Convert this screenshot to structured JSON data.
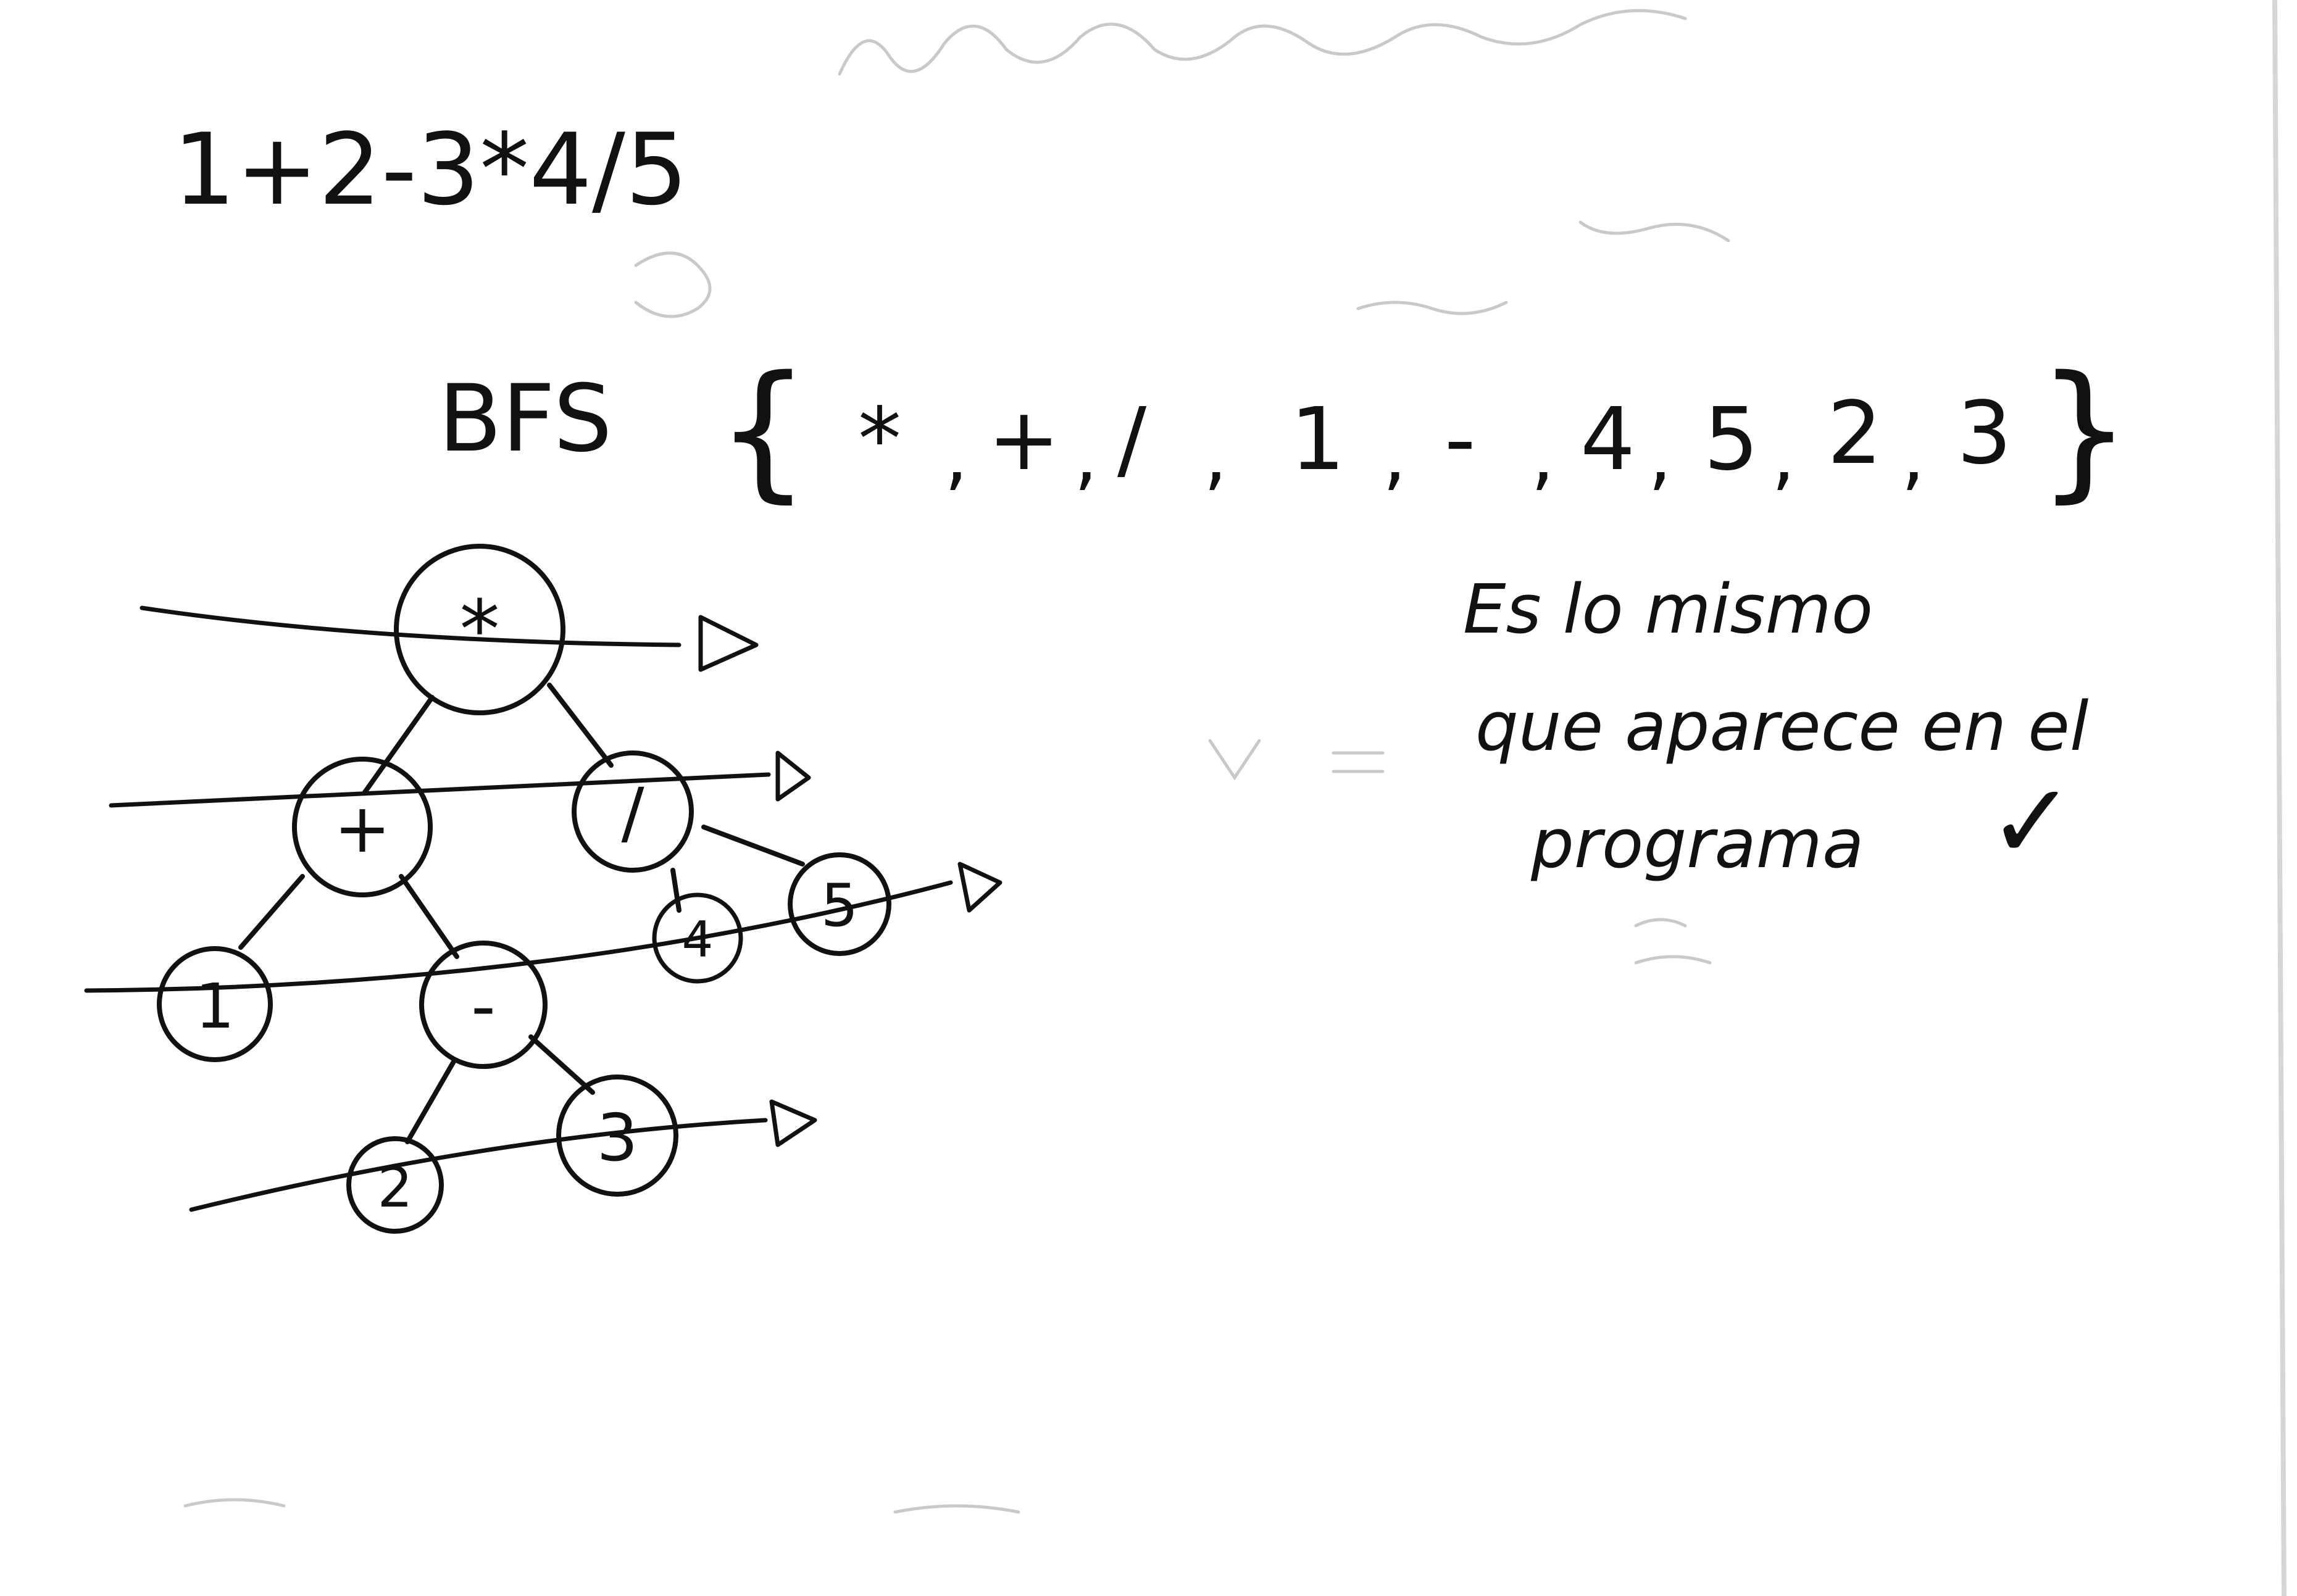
{
  "expression": "1+2-3*4/5",
  "bfs": {
    "label": "BFS",
    "open_brace": "{",
    "close_brace": "}",
    "sequence": [
      "*",
      "+",
      "/",
      "1",
      "-",
      "4",
      "5",
      "2",
      "3"
    ],
    "separator": ","
  },
  "tree": {
    "root": "*",
    "left_op": "+",
    "right_op": "/",
    "leaf_1": "1",
    "minus_op": "-",
    "leaf_4": "4",
    "leaf_5": "5",
    "leaf_2": "2",
    "leaf_3": "3"
  },
  "note": {
    "line1": "Es lo mismo",
    "line2": "que aparece en el",
    "line3": "programa",
    "checkmark": "✓"
  },
  "colors": {
    "ink": "#111111",
    "paper": "#ffffff",
    "bleed": "#c9c9c9"
  }
}
